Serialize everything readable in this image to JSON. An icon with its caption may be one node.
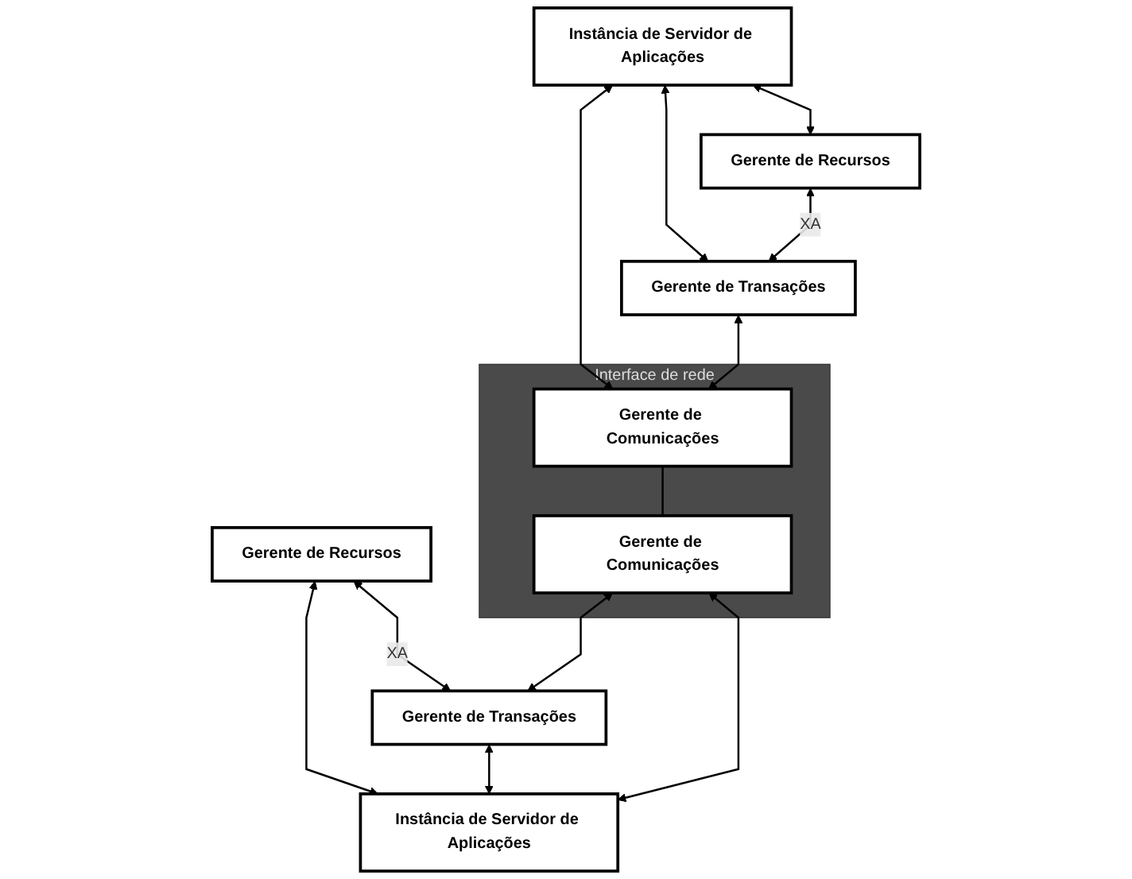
{
  "diagram": {
    "nodes": [
      {
        "text": [
          "Instância de Servidor de Aplicações"
        ]
      },
      {
        "text": [
          "Gerente de Recursos"
        ]
      },
      {
        "text": [
          "Gerente de Transações"
        ]
      },
      {
        "text": [
          "Interface de rede"
        ]
      },
      {
        "text": [
          "Gerente de Comunicações"
        ],
        "in": 3
      },
      {
        "text": [
          "Gerente de Recursos"
        ]
      },
      {
        "text": [
          "Gerente de Transações"
        ]
      },
      {
        "text": [
          "Gerente de Comunicações"
        ],
        "in": 3
      },
      {
        "text": [
          "Instância de Servidor de Aplicações"
        ]
      }
    ],
    "edges": [
      {
        "from": 0,
        "to": 1,
        "arrow": "both"
      },
      {
        "from": 0,
        "to": 2,
        "arrow": "both"
      },
      {
        "from": 0,
        "to": 4,
        "arrow": "both"
      },
      {
        "from": 1,
        "to": 2,
        "arrow": "both",
        "label": "XA"
      },
      {
        "from": 2,
        "to": 4,
        "arrow": "both"
      },
      {
        "from": 4,
        "to": 7,
        "arrow": "none"
      },
      {
        "from": 5,
        "to": 6,
        "arrow": "both",
        "label": "XA"
      },
      {
        "from": 6,
        "to": 7,
        "arrow": "both"
      },
      {
        "from": 5,
        "to": 8,
        "arrow": "both"
      },
      {
        "from": 6,
        "to": 8,
        "arrow": "both"
      },
      {
        "from": 7,
        "to": 8,
        "arrow": "both"
      }
    ]
  }
}
